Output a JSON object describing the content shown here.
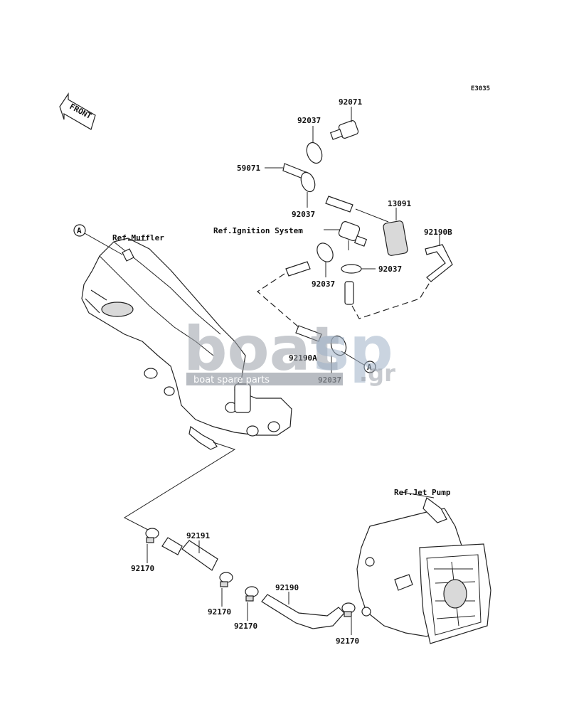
{
  "diagram_code": "E3035",
  "front_label": "FRONT",
  "circle_ref": "A",
  "labels": {
    "p92071": "92071",
    "p92037_top": "92037",
    "p59071": "59071",
    "p92037_mid": "92037",
    "p13091": "13091",
    "ref_ignition": "Ref.Ignition System",
    "p92190b": "92190B",
    "ref_muffler": "Ref.Muffler",
    "p92037_right": "92037",
    "p92037_left": "92037",
    "p92190a": "92190A",
    "p92037_bottom": "92037",
    "ref_jet_pump": "Ref.Jet Pump",
    "p92191": "92191",
    "p92170_a": "92170",
    "p92190": "92190",
    "p92170_b": "92170",
    "p92170_c": "92170",
    "p92170_d": "92170"
  },
  "watermark": {
    "brand_left": "boat",
    "brand_right": "sp",
    "domain": ".gr",
    "tagline": "boat spare parts"
  }
}
